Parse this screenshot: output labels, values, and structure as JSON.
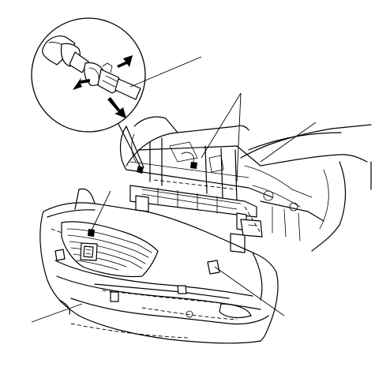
{
  "figure": {
    "icons": [
      "callout-circle",
      "clip-connector",
      "push-arrow",
      "pull-arrow",
      "leader-line"
    ],
    "colors": {
      "ink": "#000000",
      "paper": "#ffffff"
    }
  }
}
